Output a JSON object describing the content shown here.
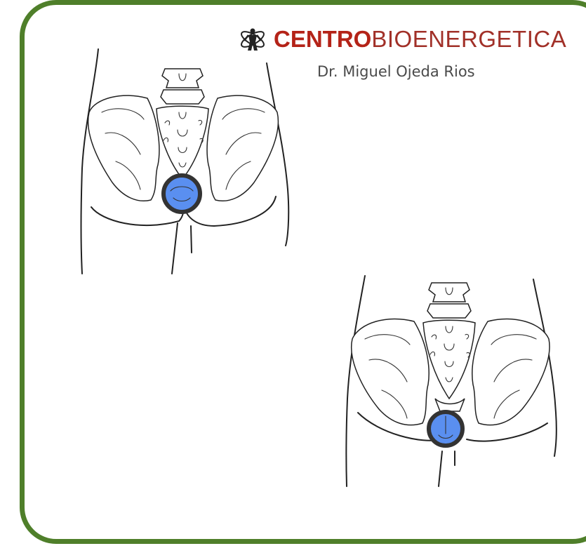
{
  "brand": {
    "name_bold": "CENTRO",
    "name_light": "BIOENERGETICA",
    "subtitle": "Dr. Miguel Ojeda Rios",
    "icon": "bioenergy-figure-icon"
  },
  "figures": [
    {
      "id": "pelvis-front-upper",
      "marker_color": "#5a8ff0",
      "ring_color": "#333333"
    },
    {
      "id": "pelvis-front-lower",
      "marker_color": "#5a8ff0",
      "ring_color": "#333333"
    }
  ],
  "colors": {
    "frame": "#4f7f2a",
    "brand": "#b42318",
    "marker": "#5a8ff0"
  }
}
